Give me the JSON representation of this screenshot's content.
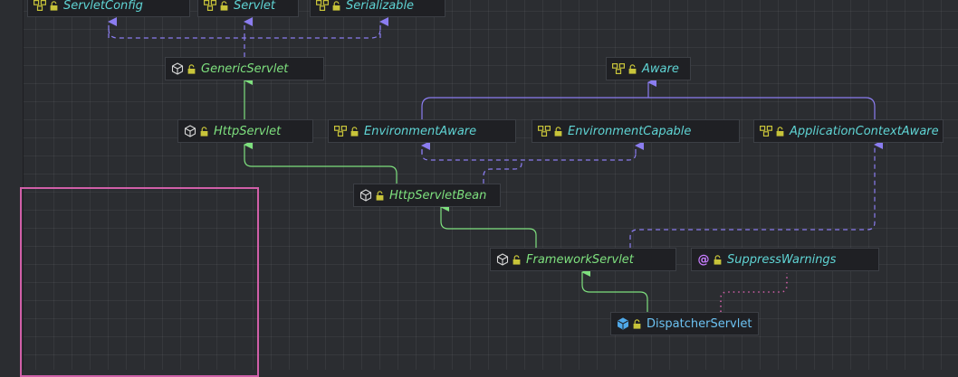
{
  "nodes": {
    "servlet_config": "ServletConfig",
    "servlet": "Servlet",
    "serializable": "Serializable",
    "generic_servlet": "GenericServlet",
    "aware": "Aware",
    "http_servlet": "HttpServlet",
    "environment_aware": "EnvironmentAware",
    "environment_capable": "EnvironmentCapable",
    "application_context_aware": "ApplicationContextAware",
    "http_servlet_bean": "HttpServletBean",
    "framework_servlet": "FrameworkServlet",
    "suppress_warnings": "SuppressWarnings",
    "dispatcher_servlet": "DispatcherServlet"
  },
  "colors": {
    "interface_text": "#5fd4d4",
    "abstract_class_text": "#7ee07e",
    "class_text": "#6cc2f2",
    "annotation_icon": "#c77dff",
    "extends_edge": "#7ee07e",
    "implements_edge": "#8b7df0",
    "annotation_edge": "#d05fa8",
    "canvas_background": "#2b2d31",
    "node_background": "#1f2024"
  },
  "icons": {
    "interface": "interface-icon",
    "abstract_class": "abstract-class-icon",
    "class": "class-icon",
    "annotation": "annotation-icon",
    "visibility": "lock-icon"
  }
}
